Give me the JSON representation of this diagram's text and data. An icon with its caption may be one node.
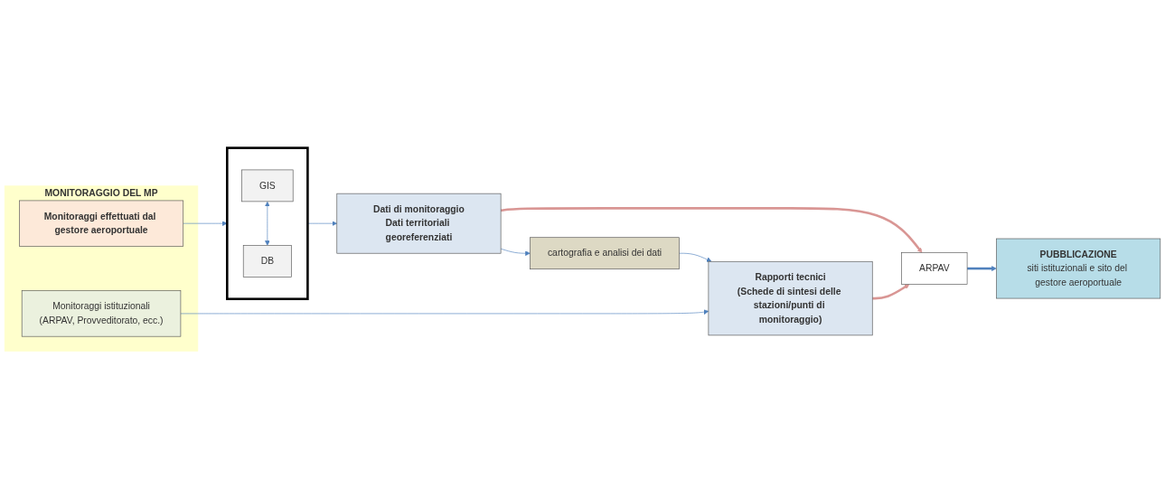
{
  "diagram": {
    "nodes": [
      {
        "text": [],
        "shape": "box"
      },
      {
        "text": [
          "GIS"
        ],
        "in": 0
      },
      {
        "text": [
          "DB"
        ],
        "in": 0
      },
      {
        "text": [
          "Dati di monitoraggio",
          "Dati territoriali georeferenziati"
        ]
      },
      {
        "text": [
          "cartografia e analisi dei dati"
        ]
      },
      {
        "text": [
          "ARPAV"
        ]
      },
      {
        "text": [
          "PUBBLICAZIONE",
          "siti istituzionali e sito del gestore aeroportuale"
        ]
      },
      {
        "text": [
          "MONITORAGGIO DEL MP"
        ]
      },
      {
        "text": [
          "Monitoraggi effettuati dal gestore aeroportuale"
        ],
        "in": 7
      },
      {
        "text": [
          "Monitoraggi istituzionali",
          "(ARPAV, Provveditorato, ecc.)"
        ],
        "in": 7
      },
      {
        "text": [
          "Rapporti tecnici",
          "(Schede di sintesi delle stazioni/punti di monitoraggio)"
        ]
      }
    ],
    "edges": [
      {
        "from": 8,
        "to": 0,
        "arrow": "to"
      },
      {
        "from": 1,
        "to": 2,
        "arrow": "both"
      },
      {
        "from": 0,
        "to": 3,
        "arrow": "to"
      },
      {
        "from": 3,
        "to": 4,
        "arrow": "to"
      },
      {
        "from": 4,
        "to": 10,
        "arrow": "to"
      },
      {
        "from": 9,
        "to": 10,
        "arrow": "to"
      },
      {
        "from": 3,
        "to": 5,
        "arrow": "to",
        "style": "thick",
        "color": "#d99694"
      },
      {
        "from": 10,
        "to": 5,
        "arrow": "to",
        "style": "thick",
        "color": "#d99694"
      },
      {
        "from": 5,
        "to": 6,
        "arrow": "to",
        "style": "thick"
      }
    ]
  }
}
